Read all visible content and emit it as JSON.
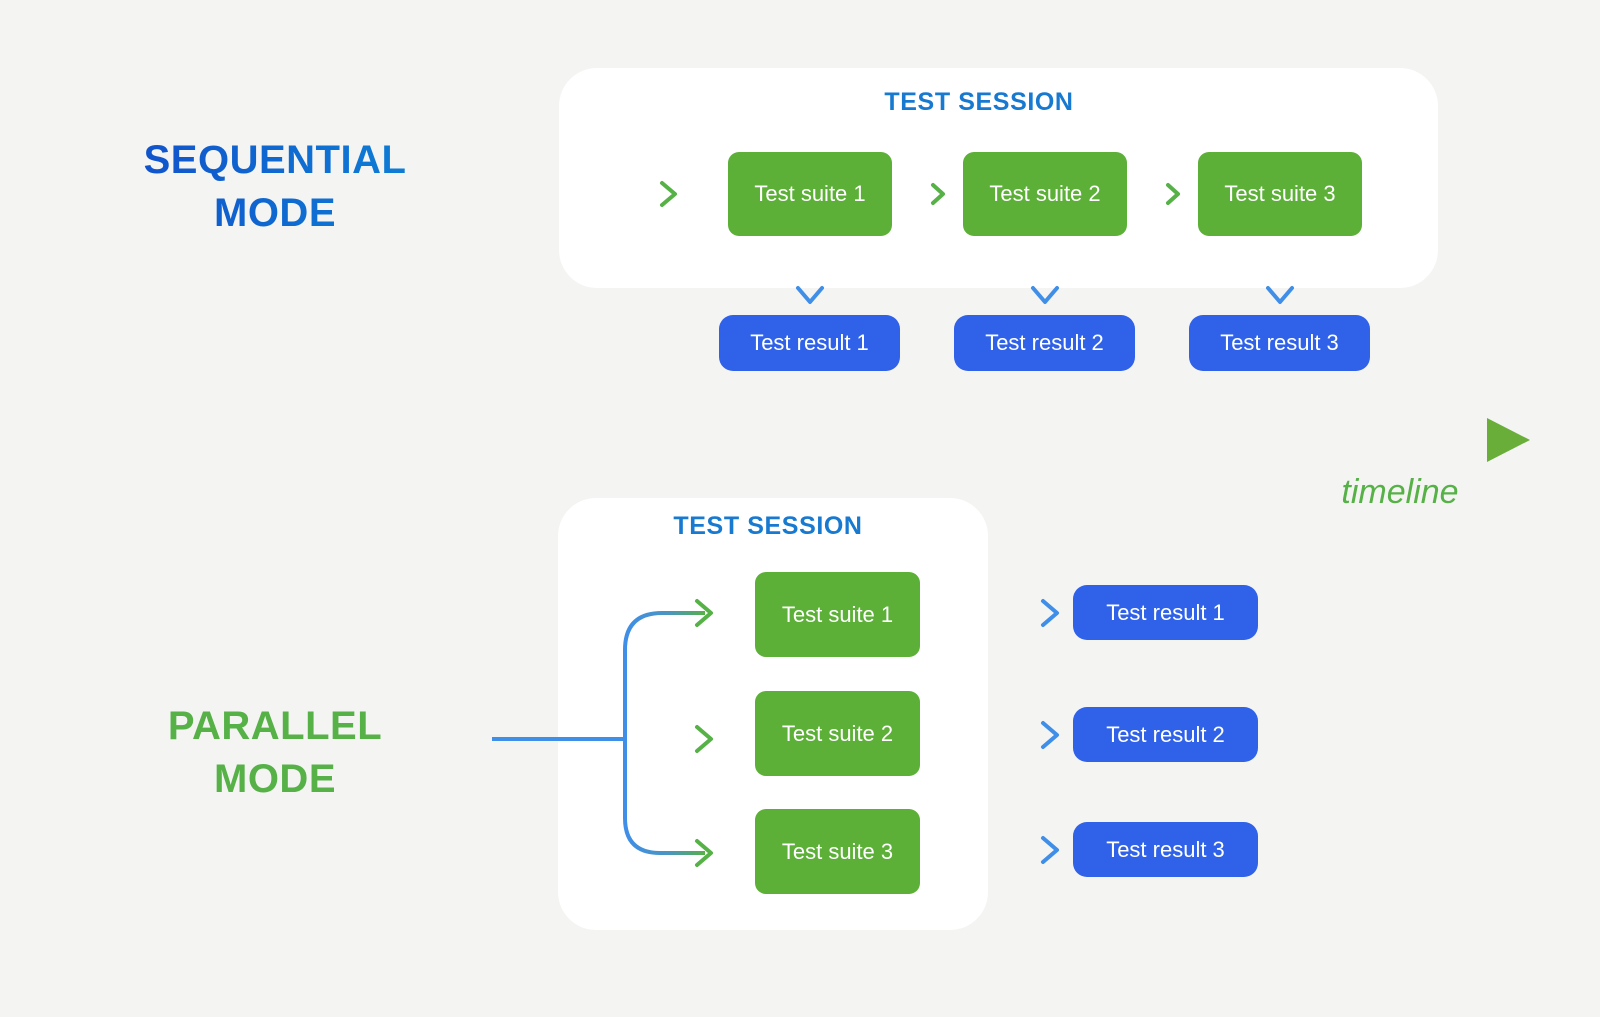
{
  "diagram": {
    "background_color": "#f4f4f3",
    "timeline": {
      "label": "timeline",
      "color_start": "#4a90f0",
      "color_end": "#56b147"
    },
    "colors": {
      "suite_green": "#5cb037",
      "result_blue": "#2f62e8",
      "session_label_blue": "#1779d0",
      "parallel_title_green": "#56b147",
      "sequential_title_gradient_start": "#1146c8",
      "sequential_title_gradient_end": "#0d8ad8",
      "panel_white": "#ffffff"
    },
    "sections": [
      {
        "id": "sequential",
        "title": "SEQUENTIAL\nMODE",
        "session_label": "TEST SESSION",
        "suites": [
          {
            "label": "Test suite 1"
          },
          {
            "label": "Test suite 2"
          },
          {
            "label": "Test suite 3"
          }
        ],
        "results": [
          {
            "label": "Test result 1"
          },
          {
            "label": "Test result 2"
          },
          {
            "label": "Test result 3"
          }
        ]
      },
      {
        "id": "parallel",
        "title": "PARALLEL\nMODE",
        "session_label": "TEST SESSION",
        "suites": [
          {
            "label": "Test suite 1"
          },
          {
            "label": "Test suite 2"
          },
          {
            "label": "Test suite 3"
          }
        ],
        "results": [
          {
            "label": "Test result 1"
          },
          {
            "label": "Test result 2"
          },
          {
            "label": "Test result 3"
          }
        ]
      }
    ]
  }
}
